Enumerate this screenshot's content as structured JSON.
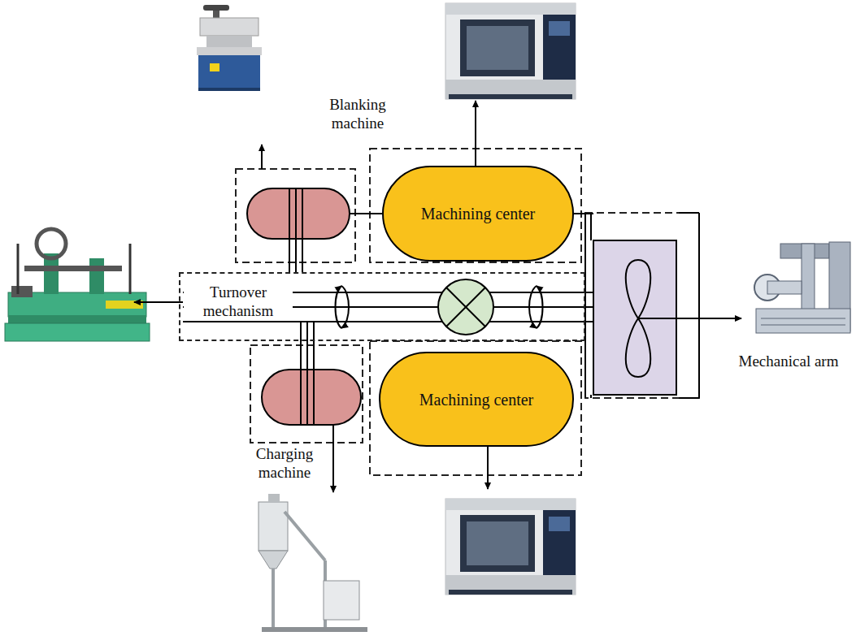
{
  "diagram": {
    "nodes": [
      {
        "text": [
          "Machining center"
        ]
      },
      {
        "text": [
          "Turnover mechanism"
        ]
      },
      {
        "text": [
          "Machining center"
        ]
      }
    ],
    "labels": [
      "Blanking machine",
      "Charging machine",
      "Mechanical arm"
    ]
  }
}
